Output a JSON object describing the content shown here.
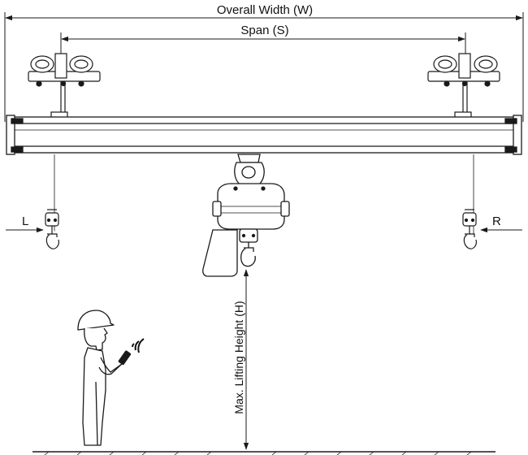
{
  "labels": {
    "overall_width": "Overall Width (W)",
    "span": "Span (S)",
    "left_approach": "L",
    "right_approach": "R",
    "max_lifting_height": "Max. Lifting Height  (H)"
  },
  "colors": {
    "line": "#1a1a1a",
    "background": "#ffffff",
    "signal": "#111111"
  },
  "icons": [
    "wireless-remote-icon",
    "hoist-hook-icon",
    "trolley-wheel-icon"
  ]
}
